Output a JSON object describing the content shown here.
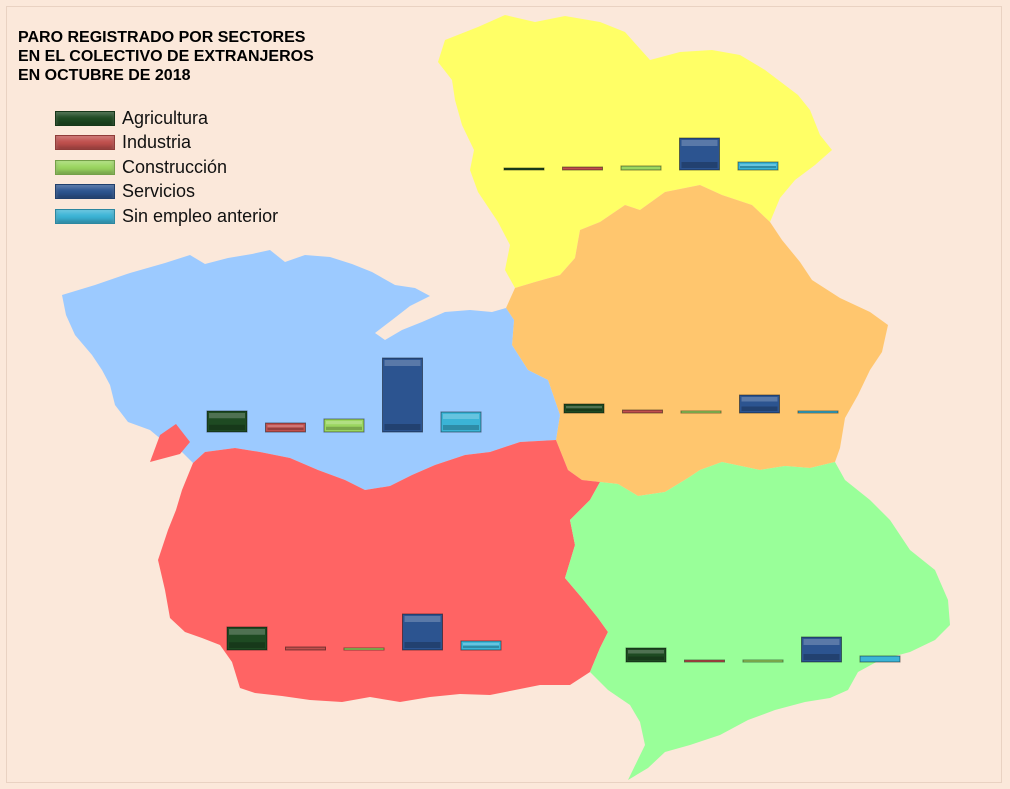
{
  "title": [
    "PARO REGISTRADO POR SECTORES",
    "EN EL COLECTIVO DE EXTRANJEROS",
    "EN OCTUBRE DE 2018"
  ],
  "legend": [
    {
      "label": "Agricultura",
      "color": "#1e4a22"
    },
    {
      "label": "Industria",
      "color": "#c0504d"
    },
    {
      "label": "Construcción",
      "color": "#9bd660"
    },
    {
      "label": "Servicios",
      "color": "#2c5490"
    },
    {
      "label": "Sin empleo anterior",
      "color": "#3bb4d6"
    }
  ],
  "map_colors": {
    "guadalajara": "#ffff66",
    "cuenca": "#ffc66e",
    "toledo": "#9ccaff",
    "ciudad_real": "#ff6464",
    "albacete": "#99ff99"
  },
  "chart_data": [
    {
      "type": "bar",
      "region_color": "#ffff66",
      "categories": [
        "Agricultura",
        "Industria",
        "Construcción",
        "Servicios",
        "Sin empleo anterior"
      ],
      "values": [
        1,
        3,
        4,
        32,
        8
      ]
    },
    {
      "type": "bar",
      "region_color": "#ffc66e",
      "categories": [
        "Agricultura",
        "Industria",
        "Construcción",
        "Servicios",
        "Sin empleo anterior"
      ],
      "values": [
        9,
        3,
        1,
        18,
        2
      ]
    },
    {
      "type": "bar",
      "region_color": "#9ccaff",
      "categories": [
        "Agricultura",
        "Industria",
        "Construcción",
        "Servicios",
        "Sin empleo anterior"
      ],
      "values": [
        21,
        9,
        13,
        74,
        20
      ]
    },
    {
      "type": "bar",
      "region_color": "#ff6464",
      "categories": [
        "Agricultura",
        "Industria",
        "Construcción",
        "Servicios",
        "Sin empleo anterior"
      ],
      "values": [
        23,
        3,
        2,
        36,
        9
      ]
    },
    {
      "type": "bar",
      "region_color": "#99ff99",
      "categories": [
        "Agricultura",
        "Industria",
        "Construcción",
        "Servicios",
        "Sin empleo anterior"
      ],
      "values": [
        14,
        2,
        1,
        25,
        6
      ]
    }
  ]
}
